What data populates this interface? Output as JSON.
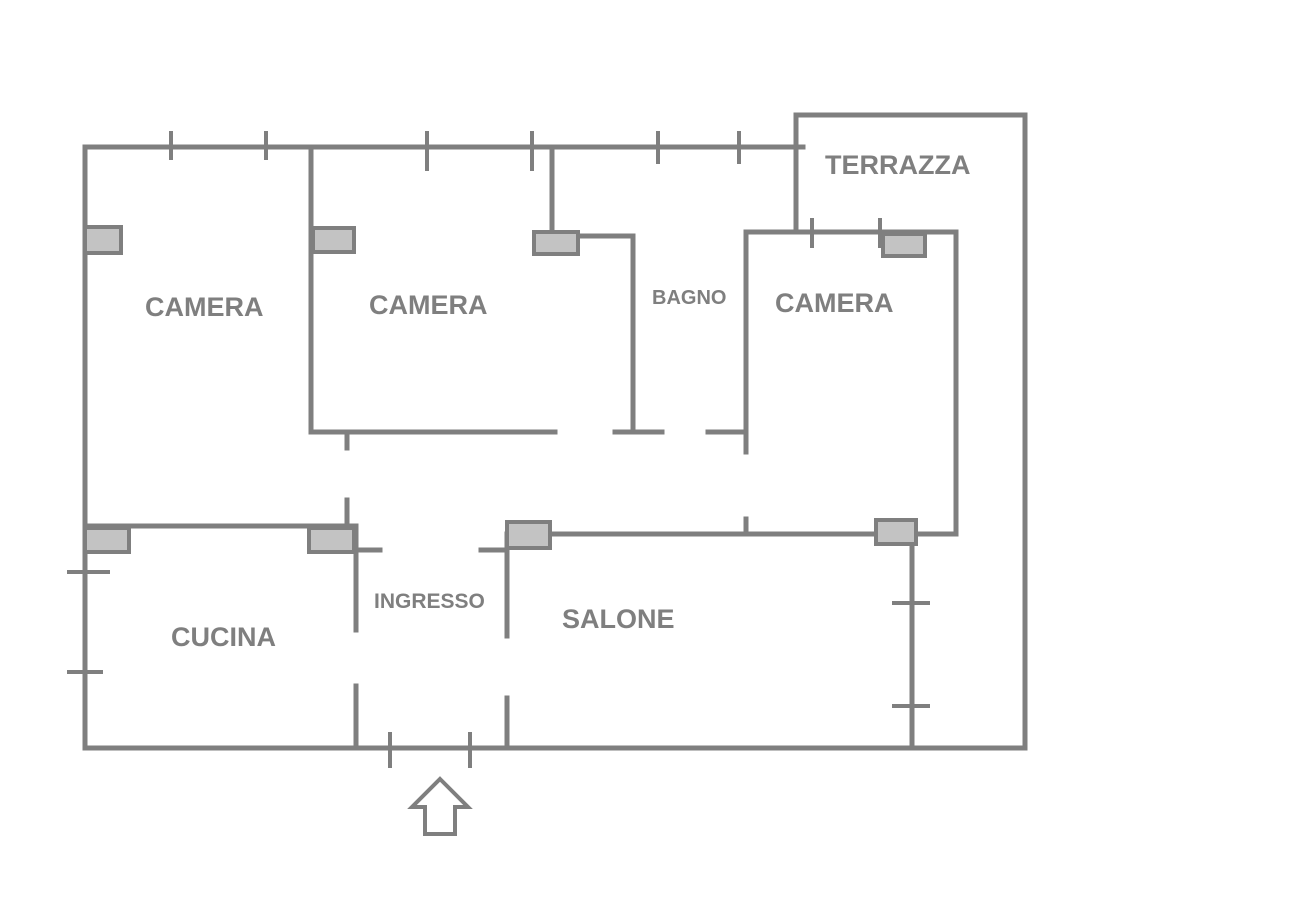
{
  "rooms": {
    "camera_1": "CAMERA",
    "camera_2": "CAMERA",
    "camera_3": "CAMERA",
    "bagno": "BAGNO",
    "terrazza": "TERRAZZA",
    "cucina": "CUCINA",
    "ingresso": "INGRESSO",
    "salone": "SALONE"
  },
  "colors": {
    "wall": "#7f7f7f",
    "radiator_fill": "#c3c3c3",
    "background": "#ffffff"
  },
  "icons": {
    "entrance": "up-arrow-icon"
  }
}
